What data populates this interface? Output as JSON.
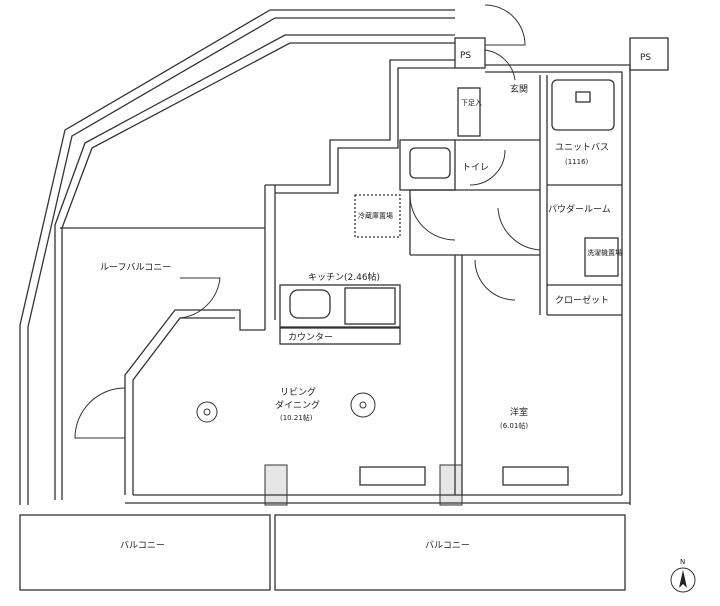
{
  "rooms": {
    "roof_balcony": "ルーフバルコニー",
    "entrance": "玄関",
    "shoe_box": "下足入",
    "toilet": "トイレ",
    "unit_bath": "ユニットバス",
    "unit_bath_size": "(1116)",
    "powder_room": "パウダールーム",
    "laundry": "洗濯機置場",
    "closet": "クローゼット",
    "fridge": "冷蔵庫置場",
    "kitchen": "キッチン(2.46帖)",
    "counter": "カウンター",
    "living_line1": "リビング",
    "living_line2": "ダイニング",
    "living_size": "(10.21帖)",
    "western_room": "洋室",
    "western_size": "(6.01帖)",
    "balcony_left": "バルコニー",
    "balcony_right": "バルコニー",
    "ps_left": "PS",
    "ps_right": "PS",
    "north": "N"
  }
}
